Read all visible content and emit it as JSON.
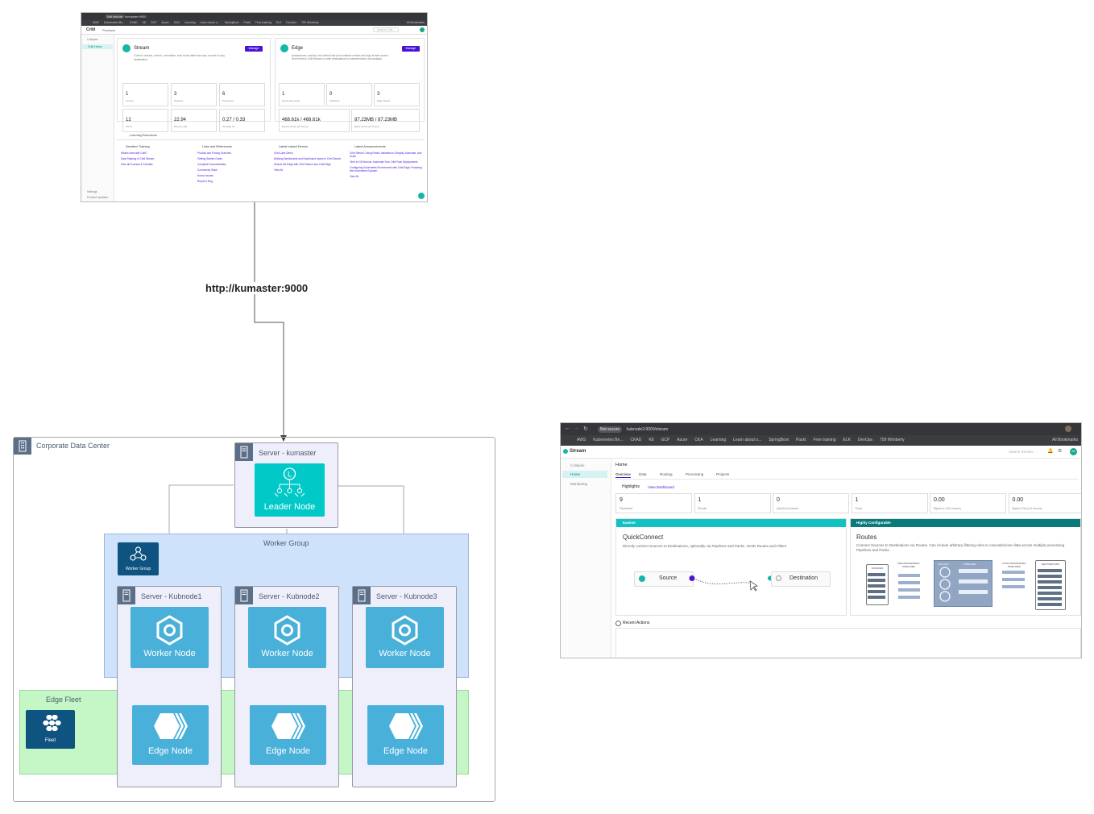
{
  "connector_label": "http://kumaster:9000",
  "datacenter": {
    "label": "Corporate Data Center",
    "icon": "building-icon"
  },
  "worker_group": {
    "label": "Worker Group",
    "icon_label": "Worker Group"
  },
  "edge_fleet": {
    "label": "Edge Fleet",
    "icon_label": "Fleet"
  },
  "servers": [
    {
      "label": "Server - kumaster",
      "node": "Leader Node",
      "node_glyph": "L"
    },
    {
      "label": "Server - Kubnode1",
      "worker": "Worker Node",
      "edge": "Edge Node"
    },
    {
      "label": "Server - Kubnode2",
      "worker": "Worker Node",
      "edge": "Edge Node"
    },
    {
      "label": "Server - Kubnode3",
      "worker": "Worker Node",
      "edge": "Edge Node"
    }
  ],
  "shot1": {
    "security": "Not secure",
    "url": "kumaster:9000",
    "bookmarks": [
      "AWS",
      "Kubernetes Be...",
      "CKAD",
      "K8",
      "GCP",
      "Azure",
      "CKA",
      "Learning",
      "Learn about o...",
      "SpringBoot",
      "Packt",
      "Free training",
      "ELK",
      "DevOps",
      "709 Wimberly"
    ],
    "all_bookmarks": "All Bookmarks",
    "brand": "Cribl",
    "products": "Products",
    "search_placeholder": "Search Cribl...",
    "nav": {
      "collapse": "Collapse",
      "home": "Cribl Home",
      "settings": "Settings",
      "updates": "Product Updates"
    },
    "stream": {
      "title": "Stream",
      "desc": "Collect, reduce, enrich, normalize, and route data from any source to any destination.",
      "manage": "Manage",
      "tiles": [
        {
          "value": "1",
          "label": "Groups"
        },
        {
          "value": "3",
          "label": "Workers"
        },
        {
          "value": "6",
          "label": "Processes"
        },
        {
          "value": "12",
          "label": "CPUs"
        },
        {
          "value": "22.94",
          "label": "Memory GB"
        },
        {
          "value": "0.27 / 0.33",
          "label": "Average IN"
        }
      ]
    },
    "edge": {
      "title": "Edge",
      "desc": "Autodiscover, monitor, and collect host and container metrics and logs at their source. Send them to Cribl Stream or other destinations for transformation and analysis.",
      "manage": "Manage",
      "tiles": [
        {
          "value": "1",
          "label": "Fleets (top-level)"
        },
        {
          "value": "0",
          "label": "Subfleets"
        },
        {
          "value": "3",
          "label": "Edge Nodes"
        },
        {
          "value": "468.61k / 468.61k",
          "label": "Events in/Out (24 hours)"
        },
        {
          "value": "87.23MB / 87.23MB",
          "label": "Bytes in/Out (24 hours)"
        }
      ]
    },
    "learning": {
      "heading": "Learning Resources",
      "cols": [
        {
          "title": "Sandbox Training",
          "items": [
            "What's New with Cribl?",
            "Data Shaping in Cribl Stream",
            "View all Courses & Tutorials"
          ]
        },
        {
          "title": "Links and References",
          "items": [
            "Product and Pricing Overview",
            "Getting Started Guide",
            "Complete Documentation",
            "Community Slack",
            "Known Issues",
            "Report a Bug"
          ]
        },
        {
          "title": "Latest Instant Demos",
          "items": [
            "Cribl Lake Demo",
            "Building Dashboards and Dashboard Inputs in Cribl Search",
            "Search the Edge with Cribl Search and Cribl Edge",
            "View All"
          ]
        },
        {
          "title": "Latest Announcements",
          "items": [
            "Cribl Stream: Using Redux Variables to Simplify, Automate, and Scale",
            "Time to Git Serious: Automate Your Cribl Pack Deployments",
            "Configuring Kubernetes Environment with Cribl Edge: Featuring the Kubernetes Explorer",
            "View All"
          ]
        }
      ]
    }
  },
  "shot2": {
    "security": "Not secure",
    "url": "kubnode3:9000/stream",
    "bookmarks": [
      "AWS",
      "Kubernetes Be...",
      "CKAD",
      "K8",
      "GCP",
      "Azure",
      "CKA",
      "Learning",
      "Learn about o...",
      "SpringBoot",
      "Packt",
      "Free training",
      "ELK",
      "DevOps",
      "709 Wimberly"
    ],
    "all_bookmarks": "All Bookmarks",
    "brand": "Stream",
    "search_placeholder": "Search Stream...",
    "avatar": "AA",
    "nav": {
      "collapse": "Collapse",
      "home": "Home",
      "monitoring": "Monitoring"
    },
    "page_title": "Home",
    "tabs": [
      "Overview",
      "Data",
      "Routing",
      "Processing",
      "Projects"
    ],
    "highlights": "Highlights",
    "view_dashboard": "View Dashboard",
    "tiles": [
      {
        "value": "9",
        "label": "Pipelines"
      },
      {
        "value": "1",
        "label": "Route"
      },
      {
        "value": "0",
        "label": "QuickConnects"
      },
      {
        "value": "1",
        "label": "Pack"
      },
      {
        "value": "0.00",
        "label": "Bytes In (24 hours)"
      },
      {
        "value": "0.00",
        "label": "Bytes Out (24 hours)"
      }
    ],
    "qc": {
      "banner": "Easiest",
      "title": "QuickConnect",
      "desc": "Directly connect Sources to Destinations, optionally via Pipelines and Packs. Omits Routes and Filters.",
      "source": "Source",
      "destination": "Destination"
    },
    "routes": {
      "banner": "Highly Configurable",
      "title": "Routes",
      "desc": "Connect Sources to Destinations via Routes. Can include arbitrary filtering rules to cascade/clone data across multiple processing Pipelines and Packs.",
      "sources": "SOURCES",
      "pre": "PRE-PROCESSING PIPELINES",
      "routes_lbl": "ROUTES",
      "pipelines": "PIPELINES",
      "post": "POST-PROCESSING PIPELINES",
      "destinations": "DESTINATIONS"
    },
    "recent_actions": "Recent Actions"
  }
}
